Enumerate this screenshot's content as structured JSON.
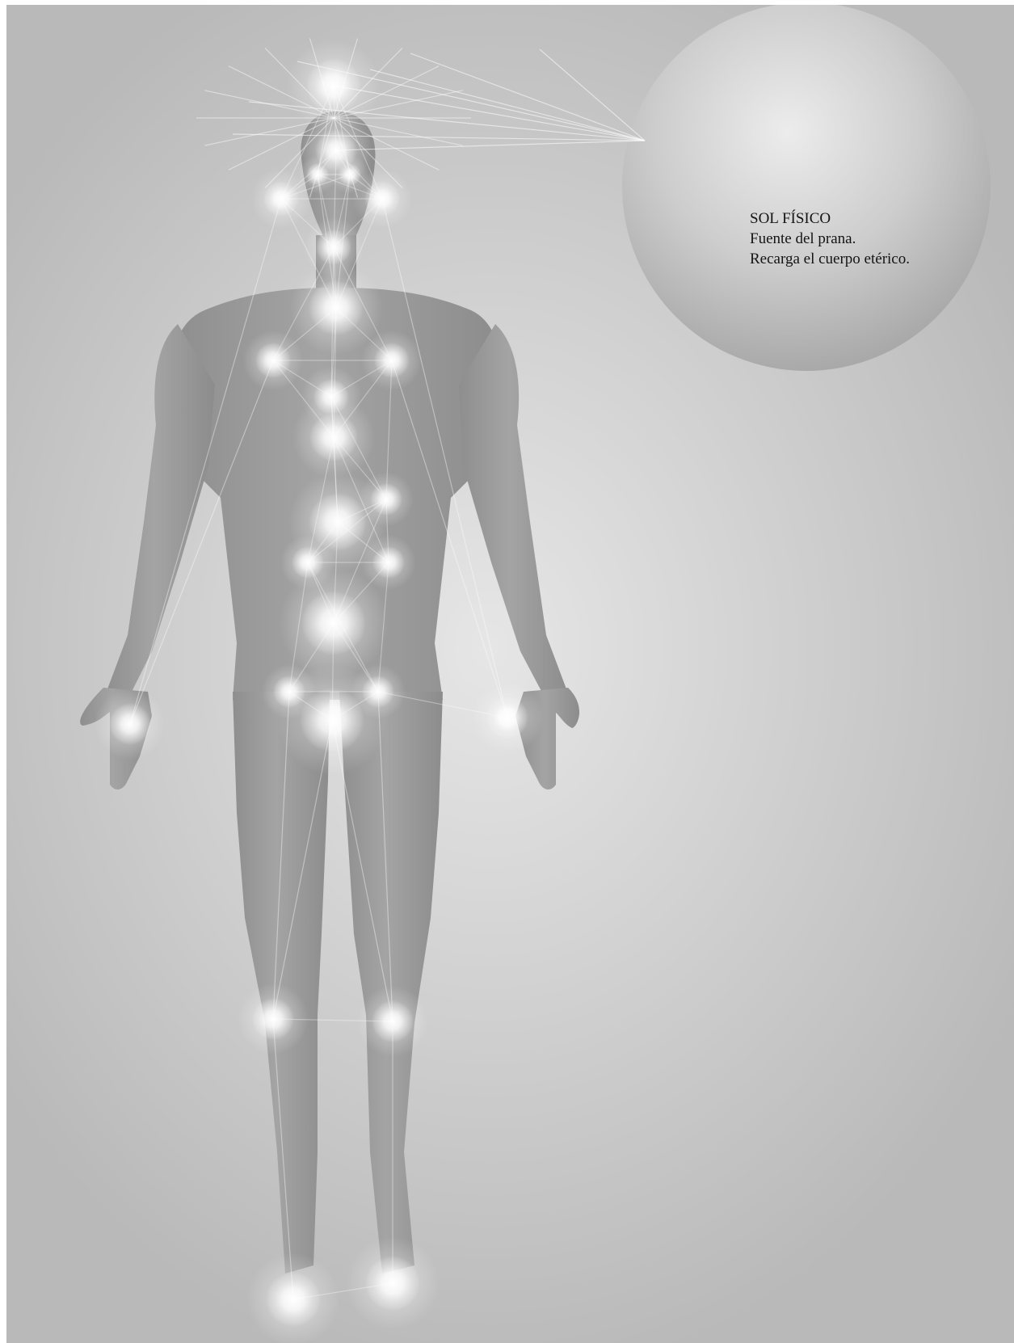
{
  "sun": {
    "title": "SOL FÍSICO",
    "line1": "Fuente del prana.",
    "line2": "Recarga el cuerpo etérico."
  },
  "colors": {
    "background": "#cfcfcf",
    "body": "#9a9a9a",
    "glow": "#ffffff",
    "text": "#141414"
  }
}
